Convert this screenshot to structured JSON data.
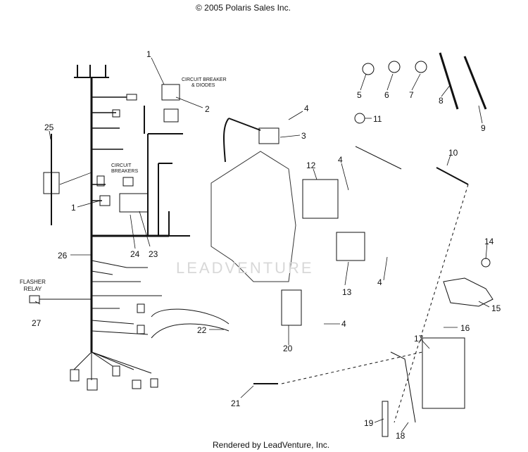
{
  "header": {
    "copyright": "© 2005 Polaris Sales Inc."
  },
  "footer": {
    "rendered_by": "Rendered by LeadVenture, Inc."
  },
  "watermark": {
    "text": "LEADVENTURE"
  },
  "labels": {
    "circuit_breaker_diodes_1": "CIRCUIT BREAKER",
    "circuit_breaker_diodes_2": "& DIODES",
    "circuit_breakers_1": "CIRCUIT",
    "circuit_breakers_2": "BREAKERS",
    "flasher_1": "FLASHER",
    "flasher_2": "RELAY"
  },
  "callouts": [
    "1",
    "2",
    "3",
    "4",
    "5",
    "6",
    "7",
    "8",
    "9",
    "10",
    "11",
    "12",
    "13",
    "4",
    "4",
    "4",
    "14",
    "15",
    "16",
    "17",
    "18",
    "19",
    "20",
    "21",
    "22",
    "23",
    "24",
    "25",
    "26",
    "27",
    "1"
  ],
  "colors": {
    "ink": "#111111",
    "watermark": "#d8d8d8"
  }
}
